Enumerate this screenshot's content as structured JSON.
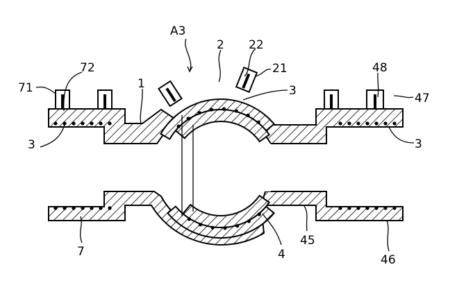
{
  "figure": {
    "labels": {
      "a3": "A3",
      "n2": "2",
      "n22": "22",
      "n21": "21",
      "n72": "72",
      "n71": "71",
      "n1": "1",
      "n3_top": "3",
      "n48": "48",
      "n47": "47",
      "n3_left": "3",
      "n3_right": "3",
      "n7": "7",
      "n4": "4",
      "n45": "45",
      "n46": "46"
    }
  }
}
